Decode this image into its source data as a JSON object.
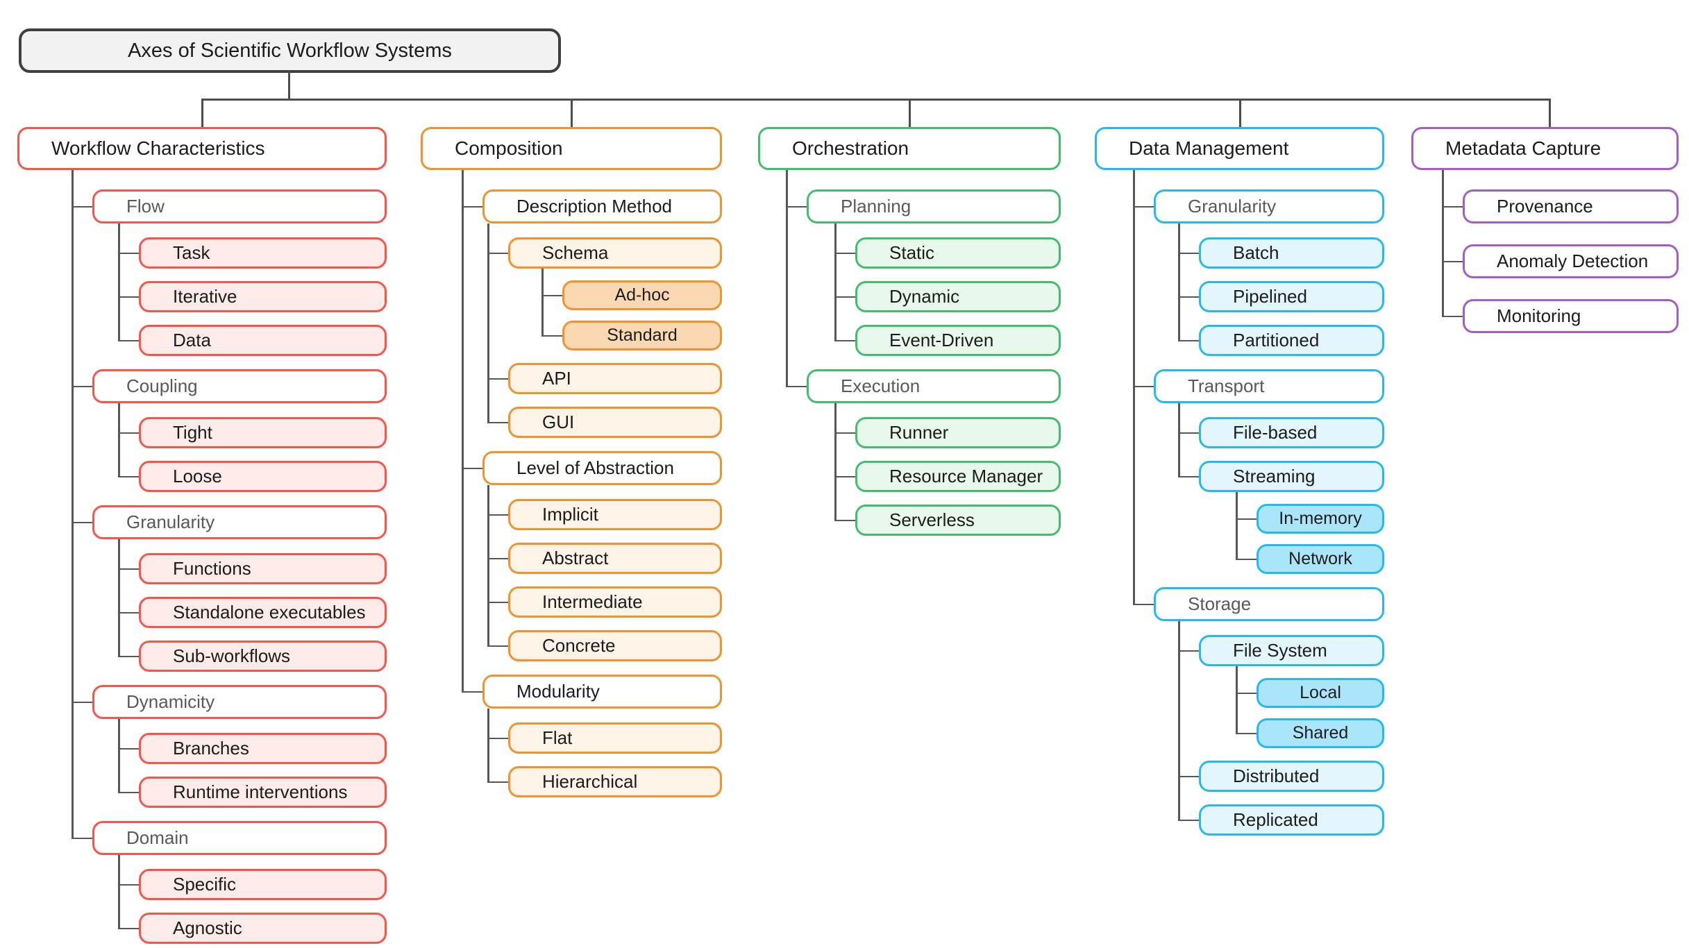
{
  "root": {
    "label": "Axes of Scientific Workflow Systems"
  },
  "theme": {
    "connector_color": "#4d4d4d",
    "branch_line_color": "#575757",
    "root_border": "#3f3f3f",
    "root_fill": "#f2f2f2",
    "level2_fill": "#ffffff"
  },
  "columns": [
    {
      "label": "Workflow Characteristics",
      "border_color": "#f4564c",
      "fill_level3": "#fcebe9",
      "children": [
        {
          "label": "Flow",
          "children": [
            {
              "label": "Task"
            },
            {
              "label": "Iterative"
            },
            {
              "label": "Data"
            }
          ]
        },
        {
          "label": "Coupling",
          "children": [
            {
              "label": "Tight"
            },
            {
              "label": "Loose"
            }
          ]
        },
        {
          "label": "Granularity",
          "children": [
            {
              "label": "Functions"
            },
            {
              "label": "Standalone executables"
            },
            {
              "label": "Sub-workflows"
            }
          ]
        },
        {
          "label": "Dynamicity",
          "children": [
            {
              "label": "Branches"
            },
            {
              "label": "Runtime interventions"
            }
          ]
        },
        {
          "label": "Domain",
          "children": [
            {
              "label": "Specific"
            },
            {
              "label": "Agnostic"
            }
          ]
        }
      ]
    },
    {
      "label": "Composition",
      "border_color": "#ee9330",
      "fill_level3": "#fdf3e6",
      "fill_level4": "#fad8b2",
      "children": [
        {
          "label": "Description Method",
          "children": [
            {
              "label": "Schema",
              "children": [
                {
                  "label": "Ad-hoc"
                },
                {
                  "label": "Standard"
                }
              ]
            },
            {
              "label": "API"
            },
            {
              "label": "GUI"
            }
          ]
        },
        {
          "label": "Level of Abstraction",
          "children": [
            {
              "label": "Implicit"
            },
            {
              "label": "Abstract"
            },
            {
              "label": "Intermediate"
            },
            {
              "label": "Concrete"
            }
          ]
        },
        {
          "label": "Modularity",
          "children": [
            {
              "label": "Flat"
            },
            {
              "label": "Hierarchical"
            }
          ]
        }
      ]
    },
    {
      "label": "Orchestration",
      "border_color": "#41be6b",
      "fill_level3": "#e9f8ed",
      "children": [
        {
          "label": "Planning",
          "children": [
            {
              "label": "Static"
            },
            {
              "label": "Dynamic"
            },
            {
              "label": "Event-Driven"
            }
          ]
        },
        {
          "label": "Execution",
          "children": [
            {
              "label": "Runner"
            },
            {
              "label": "Resource Manager"
            },
            {
              "label": "Serverless"
            }
          ]
        }
      ]
    },
    {
      "label": "Data Management",
      "border_color": "#27b8f0",
      "fill_level3": "#e3f6fd",
      "fill_level4": "#abe5fa",
      "children": [
        {
          "label": "Granularity",
          "children": [
            {
              "label": "Batch"
            },
            {
              "label": "Pipelined"
            },
            {
              "label": "Partitioned"
            }
          ]
        },
        {
          "label": "Transport",
          "children": [
            {
              "label": "File-based"
            },
            {
              "label": "Streaming",
              "children": [
                {
                  "label": "In-memory"
                },
                {
                  "label": "Network"
                }
              ]
            }
          ]
        },
        {
          "label": "Storage",
          "children": [
            {
              "label": "File System",
              "children": [
                {
                  "label": "Local"
                },
                {
                  "label": "Shared"
                }
              ]
            },
            {
              "label": "Distributed"
            },
            {
              "label": "Replicated"
            }
          ]
        }
      ]
    },
    {
      "label": "Metadata Capture",
      "border_color": "#a55cc6",
      "children": [
        {
          "label": "Provenance"
        },
        {
          "label": "Anomaly Detection"
        },
        {
          "label": "Monitoring"
        }
      ]
    }
  ]
}
